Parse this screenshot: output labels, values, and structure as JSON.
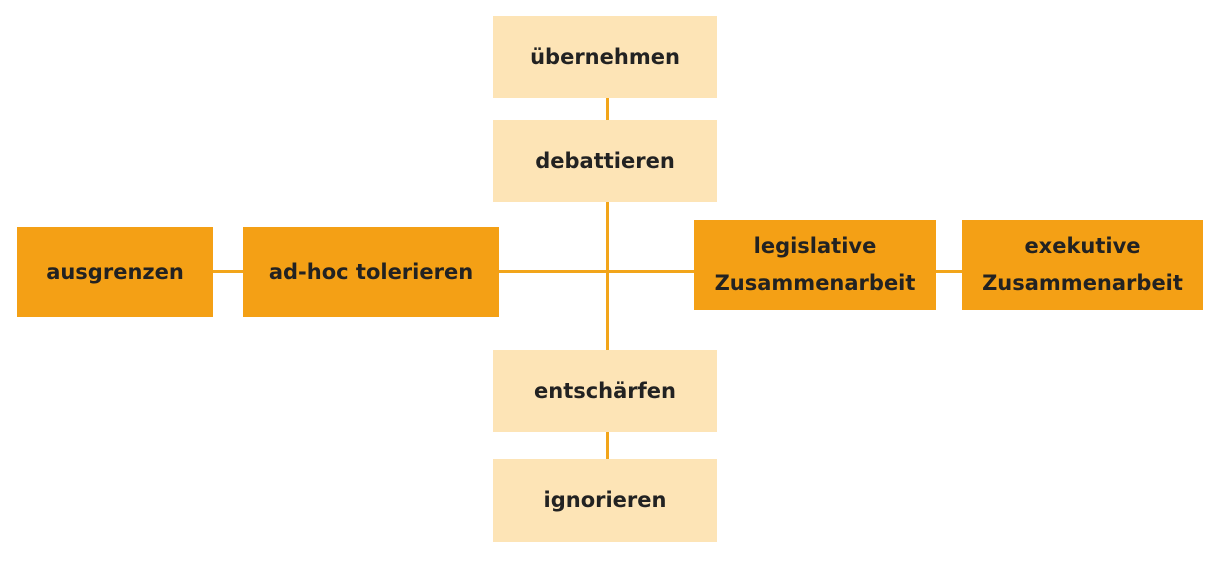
{
  "colors": {
    "light_box": "#fde4b6",
    "dark_box": "#f4a015",
    "connector": "#f2a51a",
    "text": "#222222"
  },
  "nodes": {
    "uebernehmen": "übernehmen",
    "debattieren": "debattieren",
    "entschaerfen": "entschärfen",
    "ignorieren": "ignorieren",
    "ausgrenzen": "ausgrenzen",
    "adhoc": "ad-hoc tolerieren",
    "legislative_line1": "legislative",
    "legislative_line2": "Zusammenarbeit",
    "exekutive_line1": "exekutive",
    "exekutive_line2": "Zusammenarbeit"
  }
}
